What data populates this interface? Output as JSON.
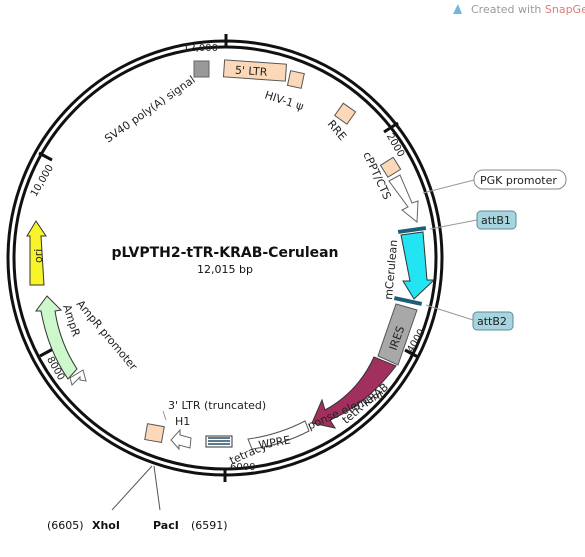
{
  "watermark": {
    "prefix": "Created with ",
    "brand": "SnapGene"
  },
  "plasmid": {
    "name": "pLVPTH2-tTR-KRAB-Cerulean",
    "size": "12,015 bp"
  },
  "ticks": [
    "2000",
    "4000",
    "6000",
    "8000",
    "10,000",
    "12,000"
  ],
  "features": {
    "ltr5": "5' LTR",
    "hiv": "HIV-1 ψ",
    "rre": "RRE",
    "cppt": "cPPT/CTS",
    "sv40": "SV40 poly(A) signal",
    "pgk": "PGK promoter",
    "attb1": "attB1",
    "mcerulean": "mCerulean",
    "attb2": "attB2",
    "ires": "IRES",
    "tetr": "tetR-KRAB",
    "tre": "tetracycline response element",
    "wpre": "WPRE",
    "ltr3": "3' LTR (truncated)",
    "h1": "H1",
    "ori": "ori",
    "ampr": "AmpR",
    "amprpro": "AmpR promoter"
  },
  "sites": {
    "xhoi": {
      "pos": "(6605)",
      "name": "XhoI"
    },
    "paci": {
      "name": "PacI",
      "pos": "(6591)"
    }
  },
  "colors": {
    "ltr": "#fbd9b8",
    "marker": "#999999",
    "cerulean": "#22e4f2",
    "tetr": "#a2305f",
    "ires": "#a8a8a8",
    "ori": "#f7f52a",
    "ampr": "#cdf8cc",
    "att": "#a6d4df"
  }
}
